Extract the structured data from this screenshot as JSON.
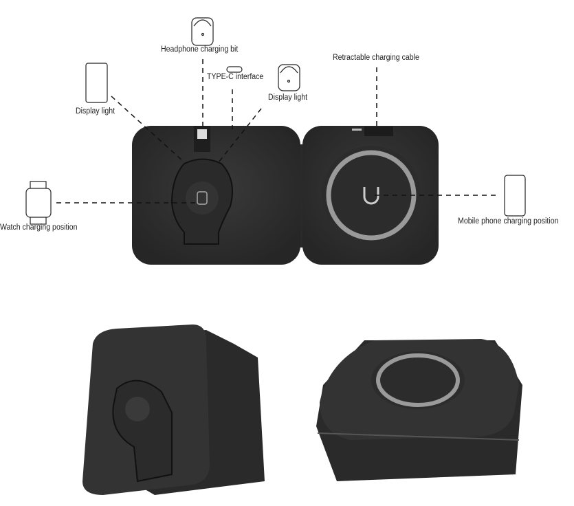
{
  "labels": {
    "headphone": "Headphone charging bit",
    "typec": "TYPE-C interface",
    "display_left": "Display light",
    "display_right": "Display light",
    "cable": "Retractable charging cable",
    "watch": "Watch charging position",
    "phone": "Mobile phone charging position"
  },
  "colors": {
    "device": "#2e2e2e",
    "ring": "#9a9a9a",
    "line": "#111111"
  }
}
